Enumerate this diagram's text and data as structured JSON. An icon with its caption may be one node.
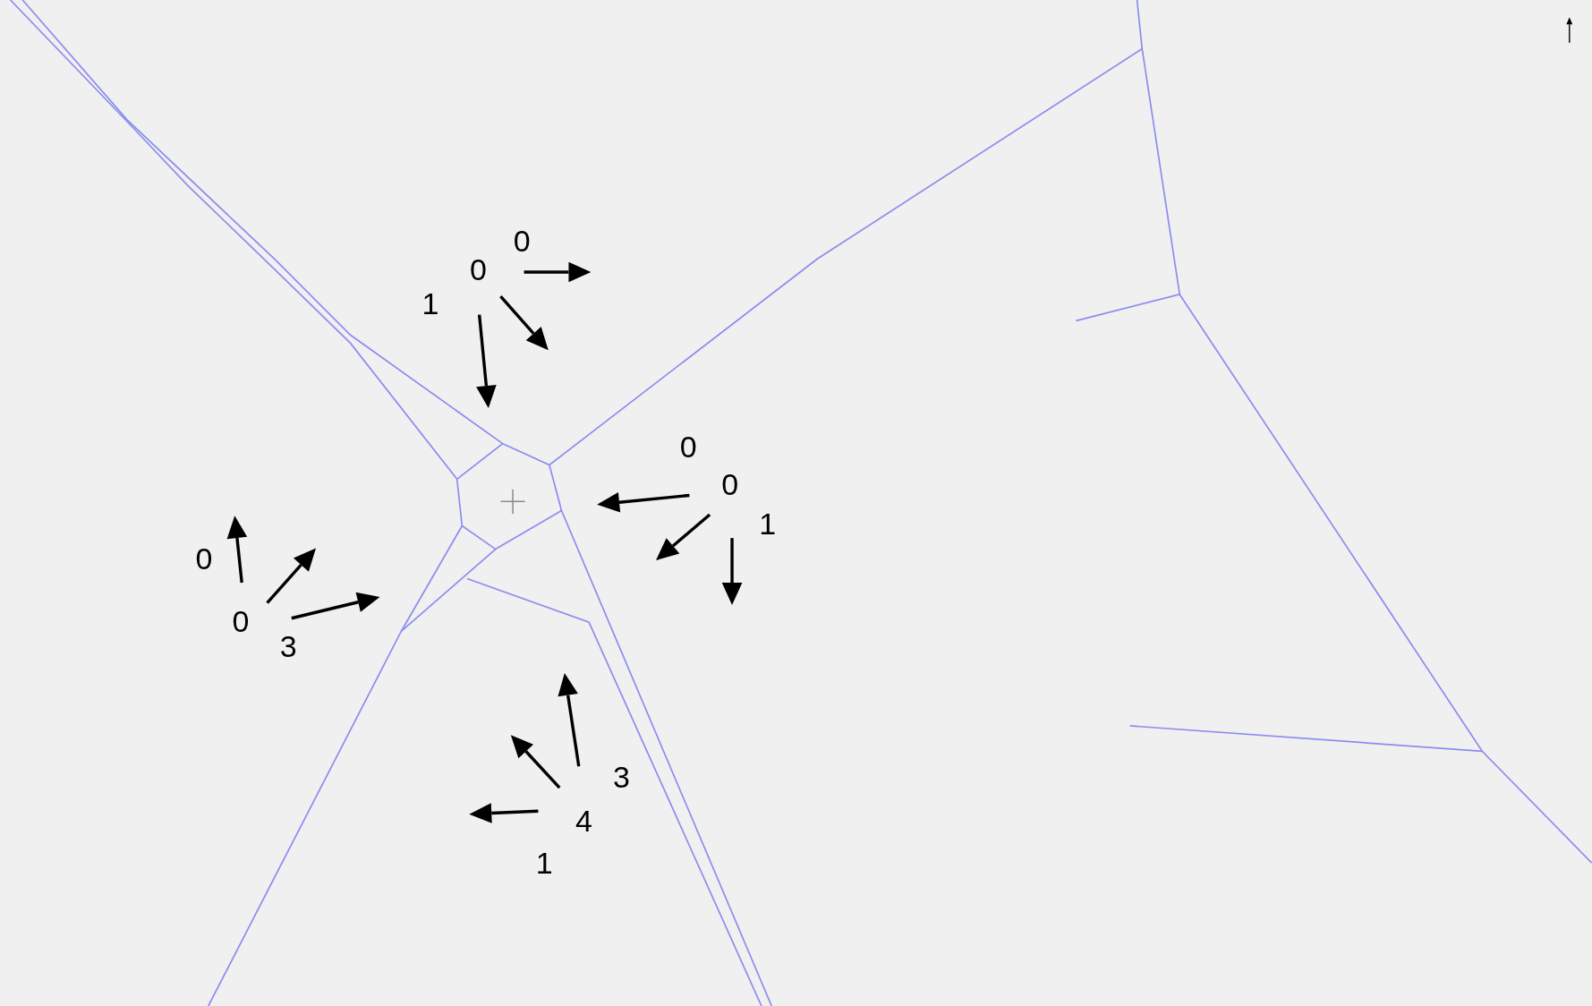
{
  "diagram": {
    "labels": [
      "0",
      "0",
      "1",
      "0",
      "0",
      "1",
      "0",
      "0",
      "3",
      "3",
      "4",
      "1"
    ]
  }
}
